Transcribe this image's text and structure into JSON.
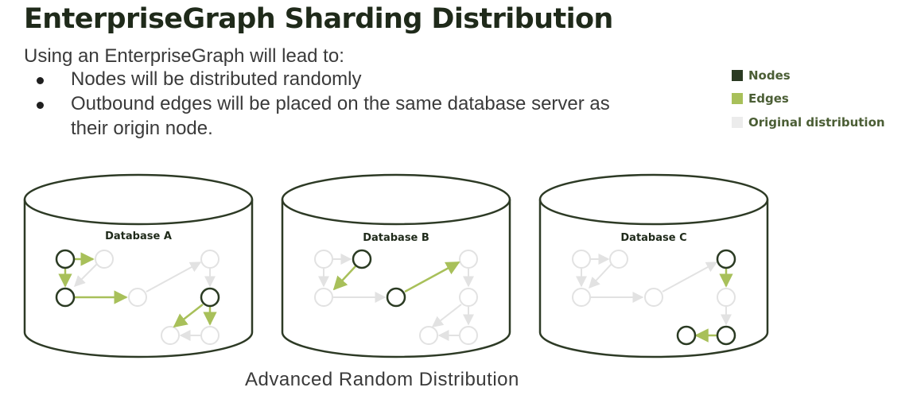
{
  "title": "EnterpriseGraph Sharding Distribution",
  "intro": "Using an EnterpriseGraph will lead to:",
  "bullets": [
    "Nodes will be distributed randomly",
    "Outbound edges will be placed on the same database server as their origin node."
  ],
  "legend": [
    {
      "label": "Nodes",
      "color": "#2a3a22",
      "icon": "square-dark"
    },
    {
      "label": "Edges",
      "color": "#a8c05a",
      "icon": "square-green"
    },
    {
      "label": "Original distribution",
      "color": "#ececec",
      "icon": "square-gray"
    }
  ],
  "databases": [
    {
      "label": "Database A"
    },
    {
      "label": "Database B"
    },
    {
      "label": "Database C"
    }
  ],
  "footer": "Advanced Random Distribution",
  "colors": {
    "node": "#2a3a22",
    "edge": "#a8c05a",
    "original": "#e8e8e8",
    "cylinder": "#2d3a25"
  }
}
